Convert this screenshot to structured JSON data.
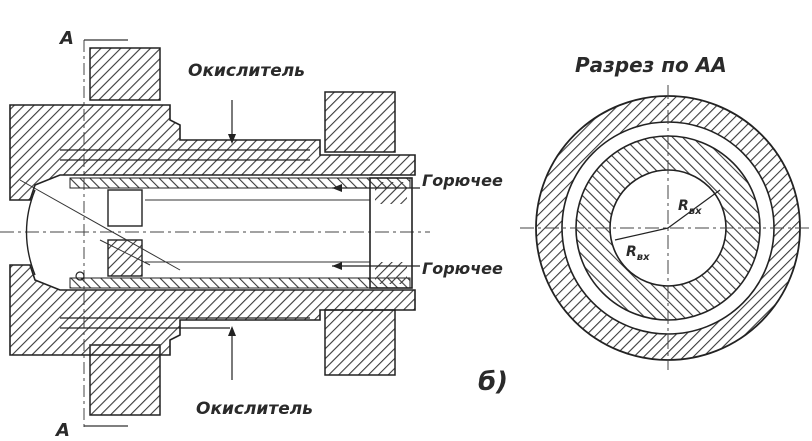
{
  "labels": {
    "section_marker_top": "А",
    "section_marker_bottom": "А",
    "oxidizer_top": "Окислитель",
    "oxidizer_bottom": "Окислитель",
    "fuel_top": "Горючее",
    "fuel_bottom": "Горючее",
    "section_title": "Разрез по АА",
    "radius_inner": "R",
    "radius_inner_sub": "вх",
    "radius_outer": "R",
    "radius_outer_sub": "вх",
    "figure_label": "б)"
  },
  "colors": {
    "ink": "#2a2a2a",
    "hatch": "#3a3a3a",
    "paper": "#ffffff"
  }
}
